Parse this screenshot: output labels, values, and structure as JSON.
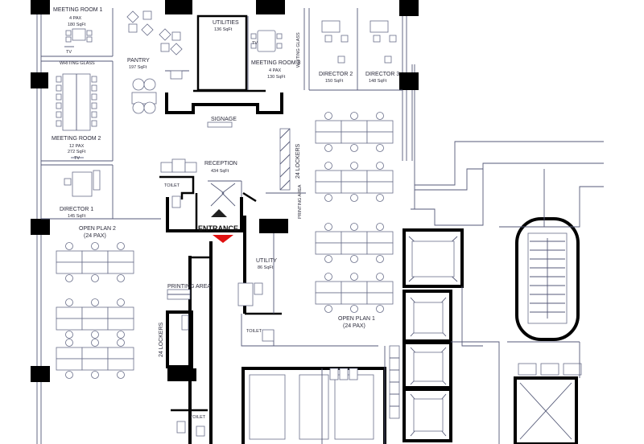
{
  "rooms": {
    "meeting_room_1": {
      "name": "MEETING ROOM 1",
      "pax": "4 PAX",
      "area": "180 SqFt",
      "tv": "TV"
    },
    "writing_glass_left": "WRITING GLASS",
    "meeting_room_2": {
      "name": "MEETING ROOM 2",
      "pax": "12 PAX",
      "area": "272 SqFt",
      "tv": "TV"
    },
    "pantry": {
      "name": "PANTRY",
      "area": "197 SqFt"
    },
    "utilities": {
      "name": "UTILITIES",
      "area": "136 SqFt"
    },
    "meeting_room_3": {
      "name": "MEETING ROOM 3",
      "pax": "4 PAX",
      "area": "130 SqFt",
      "tv": "TV"
    },
    "writing_glass_right": "WRITING GLASS",
    "director_2": {
      "name": "DIRECTOR 2",
      "area": "150 SqFt"
    },
    "director_3": {
      "name": "DIRECTOR 3",
      "area": "148 SqFt"
    },
    "signage": "SIGNAGE",
    "reception": {
      "name": "RECEPTION",
      "area": "434 SqFt"
    },
    "director_1": {
      "name": "DIRECTOR 1",
      "area": "145 SqFt"
    },
    "toilet_a": "TOILET",
    "entrance": "ENTRANCE",
    "lockers_a": "24 LOCKERS",
    "printing_area_a": "PRINTING AREA",
    "open_plan_2": {
      "name": "OPEN PLAN 2",
      "pax": "(24 PAX)"
    },
    "utility": {
      "name": "UTILITY",
      "area": "86 SqFt"
    },
    "open_plan_1": {
      "name": "OPEN PLAN 1",
      "pax": "(24 PAX)"
    },
    "printing_area_b": "PRINTING AREA",
    "lockers_b": "24 LOCKERS",
    "toilet_b": "TOILET",
    "toilet_c": "TOILET"
  },
  "colors": {
    "wall": "#000000",
    "line": "#555a78",
    "entrance_arrow_in": "#222222",
    "entrance_arrow_out": "#e01010"
  }
}
